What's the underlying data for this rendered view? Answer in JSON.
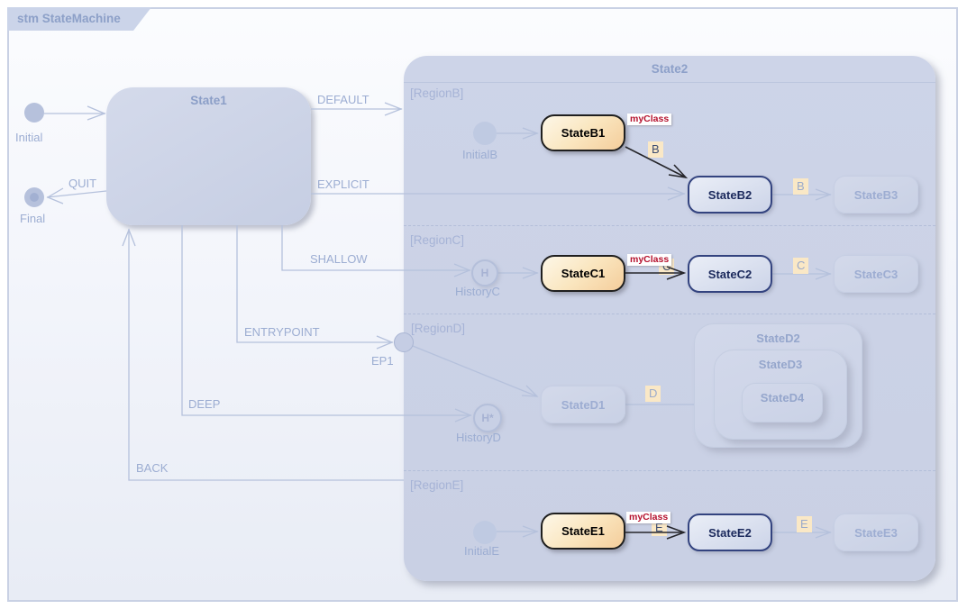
{
  "frame": {
    "title": "stm StateMachine"
  },
  "state1": {
    "label": "State1"
  },
  "state2": {
    "label": "State2"
  },
  "nodes": {
    "initial": {
      "label": "Initial"
    },
    "final": {
      "label": "Final"
    }
  },
  "transitions": {
    "default": "DEFAULT",
    "quit": "QUIT",
    "explicit": "EXPLICIT",
    "shallow": "SHALLOW",
    "entrypoint": "ENTRYPOINT",
    "deep": "DEEP",
    "back": "BACK"
  },
  "regionB": {
    "label": "[RegionB]",
    "initial_label": "InitialB",
    "s1": "StateB1",
    "s1_tag": "myClass",
    "ev_inner": "B",
    "s2": "StateB2",
    "ev_outer": "B",
    "s3": "StateB3"
  },
  "regionC": {
    "label": "[RegionC]",
    "history_glyph": "H",
    "history_label": "HistoryC",
    "s1": "StateC1",
    "s1_tag": "myClass",
    "ev_inner": "C",
    "s2": "StateC2",
    "ev_outer": "C",
    "s3": "StateC3"
  },
  "regionD": {
    "label": "[RegionD]",
    "entry_label": "EP1",
    "history_glyph": "H*",
    "history_label": "HistoryD",
    "s1": "StateD1",
    "ev_inner": "D",
    "s2": "StateD2",
    "s3": "StateD3",
    "s4": "StateD4"
  },
  "regionE": {
    "label": "[RegionE]",
    "initial_label": "InitialE",
    "s1": "StateE1",
    "s1_tag": "myClass",
    "ev_inner": "E",
    "s2": "StateE2",
    "ev_outer": "E",
    "s3": "StateE3"
  },
  "colors": {
    "container_fill": "#cbd2e6",
    "highlight_orange": "#f4cd9b",
    "active_border_navy": "#33437f",
    "stereotype_red": "#b5122e",
    "event_badge_bg": "#fae8c6",
    "muted_blue_text": "#9cadd2",
    "wire": "#b5c1dc",
    "wire_active": "#26262b"
  }
}
